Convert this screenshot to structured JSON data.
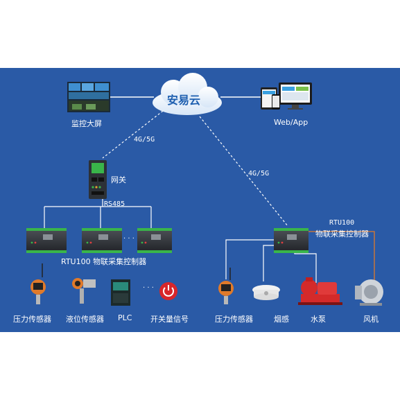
{
  "diagram": {
    "cloud_label": "安易云",
    "monitor_label": "监控大屏",
    "webapp_label": "Web/App",
    "link_left": "4G/5G",
    "link_right": "4G/5G",
    "gateway_label": "网关",
    "bus_label": "RS485",
    "ellipsis": "· · ·",
    "rtu_left_label": "RTU100 物联采集控制器",
    "rtu_right_label_1": "RTU100",
    "rtu_right_label_2": "物联采集控制器",
    "left_devices": [
      "压力传感器",
      "液位传感器",
      "PLC",
      "开关量信号"
    ],
    "right_devices": [
      "压力传感器",
      "烟感",
      "水泵",
      "风机"
    ]
  },
  "colors": {
    "background": "#2a5aa6",
    "line": "#ffffff",
    "accent_orange": "#e07a2a",
    "pump_red": "#d42a2a",
    "module_green": "#39b54a",
    "button_red": "#d8262a"
  }
}
